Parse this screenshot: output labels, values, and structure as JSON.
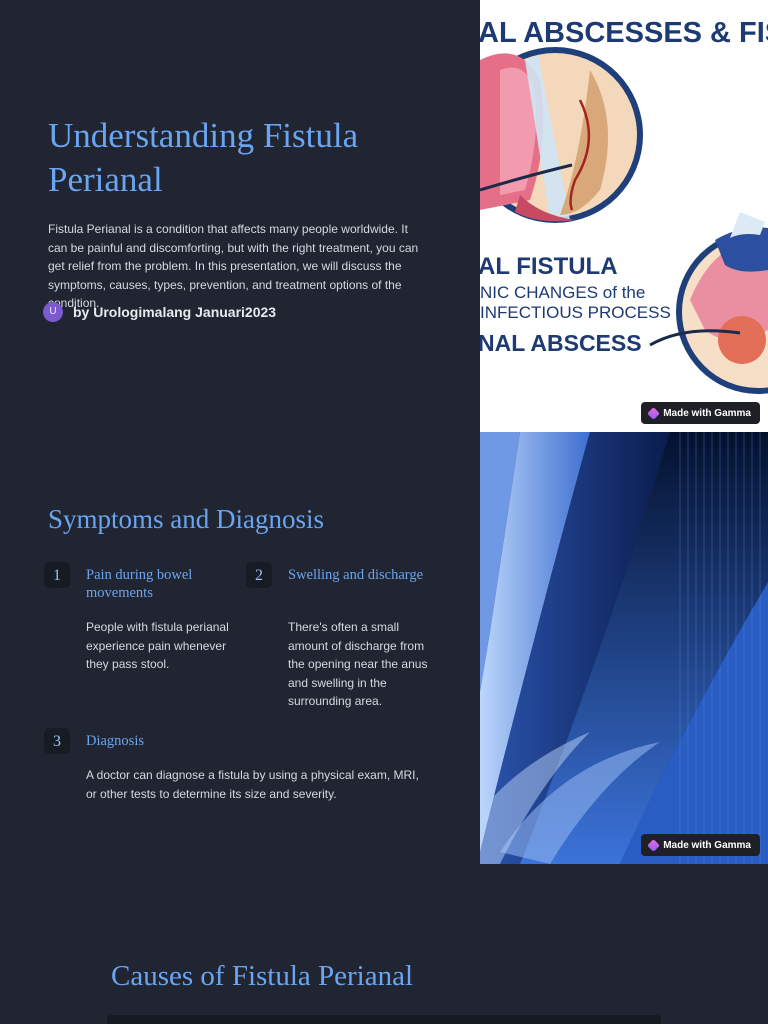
{
  "slide1": {
    "title": "Understanding Fistula Perianal",
    "body": "Fistula Perianal is a condition that affects many people worldwide. It can be painful and discomforting, but with the right treatment, you can get relief from the problem. In this presentation, we will discuss the symptoms, causes, types, prevention, and treatment options of the condition.",
    "author_initial": "U",
    "author": "by Urologimalang Januari2023",
    "image": {
      "heading_top": "AL ABSCESSES & FIS",
      "heading_fistula": "AL FISTULA",
      "line_chronic": "NIC CHANGES of the",
      "line_infectious": "INFECTIOUS PROCESS",
      "heading_abscess": "NAL ABSCESS"
    },
    "badge": "Made with Gamma"
  },
  "slide2": {
    "title": "Symptoms and Diagnosis",
    "steps": [
      {
        "num": "1",
        "title": "Pain during bowel movements",
        "text": "People with fistula perianal experience pain whenever they pass stool."
      },
      {
        "num": "2",
        "title": "Swelling and discharge",
        "text": "There's often a small amount of discharge from the opening near the anus and swelling in the surrounding area."
      },
      {
        "num": "3",
        "title": "Diagnosis",
        "text": "A doctor can diagnose a fistula by using a physical exam, MRI, or other tests to determine its size and severity."
      }
    ],
    "badge": "Made with Gamma"
  },
  "slide3": {
    "title": "Causes of Fistula Perianal"
  }
}
